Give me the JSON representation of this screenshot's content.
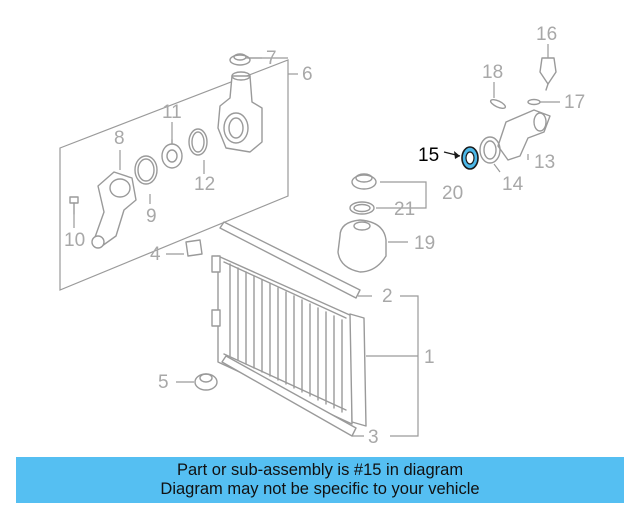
{
  "diagram": {
    "highlight_color": "#4db8e8",
    "callouts": [
      "1",
      "2",
      "3",
      "4",
      "5",
      "6",
      "7",
      "8",
      "9",
      "10",
      "11",
      "12",
      "13",
      "14",
      "15",
      "16",
      "17",
      "18",
      "19",
      "20",
      "21"
    ],
    "highlighted_callout": "15"
  },
  "banner": {
    "background": "#55bff2",
    "line1": "Part or sub-assembly is #15 in diagram",
    "line2": "Diagram may not be specific to your vehicle"
  }
}
